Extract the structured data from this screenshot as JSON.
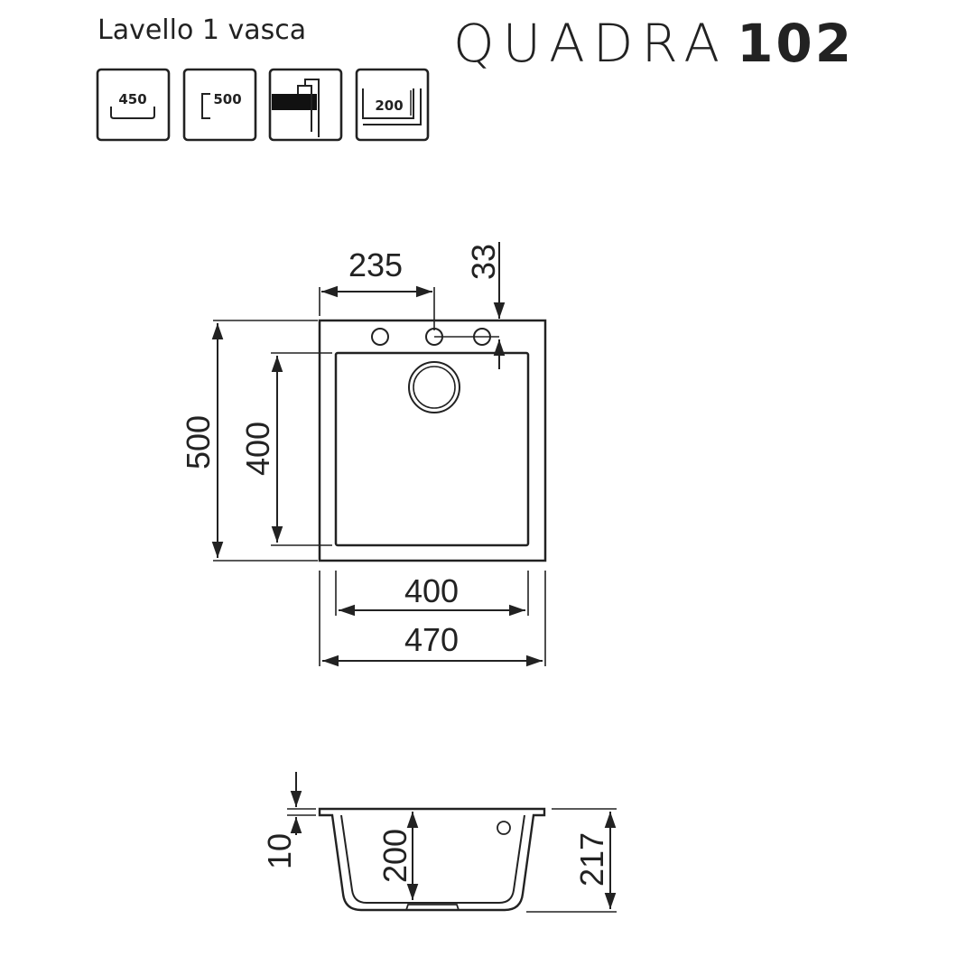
{
  "header": {
    "subtitle": "Lavello 1 vasca",
    "brand_light": "QUADRA",
    "brand_bold": "102"
  },
  "features": [
    {
      "icon": "bowl-width-icon",
      "label": "450"
    },
    {
      "icon": "cabinet-depth-icon",
      "label": "500"
    },
    {
      "icon": "mounting-type-icon",
      "label": ""
    },
    {
      "icon": "bowl-depth-icon",
      "label": "200"
    }
  ],
  "top_view": {
    "tap_offset": "235",
    "hole_offset": "33",
    "outer_height": "500",
    "bowl_height": "400",
    "bowl_width": "400",
    "outer_width": "470"
  },
  "side_view": {
    "rim_thickness": "10",
    "bowl_depth": "200",
    "total_depth": "217"
  }
}
